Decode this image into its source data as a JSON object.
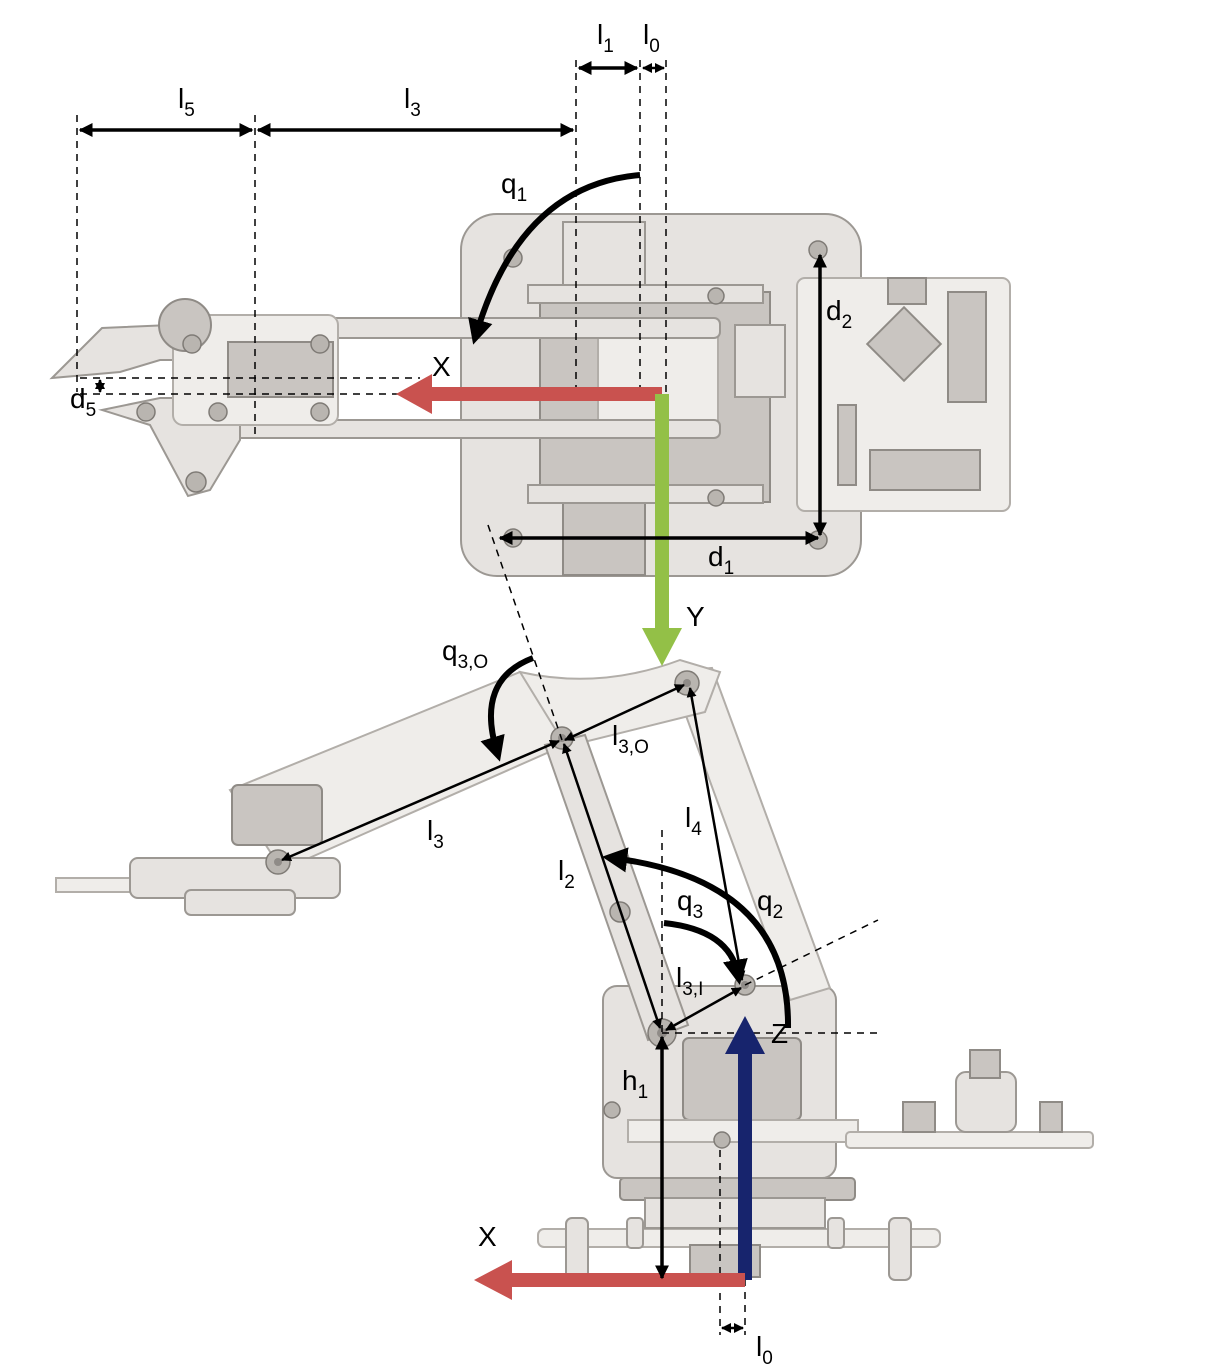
{
  "top_view": {
    "labels": {
      "l5": {
        "base": "l",
        "sub": "5"
      },
      "l3": {
        "base": "l",
        "sub": "3"
      },
      "l1": {
        "base": "l",
        "sub": "1"
      },
      "l0": {
        "base": "l",
        "sub": "0"
      },
      "q1": {
        "base": "q",
        "sub": "1"
      },
      "d2": {
        "base": "d",
        "sub": "2"
      },
      "d1": {
        "base": "d",
        "sub": "1"
      },
      "d5": {
        "base": "d",
        "sub": "5"
      },
      "x_axis": "X",
      "y_axis": "Y"
    }
  },
  "side_view": {
    "labels": {
      "q3o": {
        "base": "q",
        "sub": "3,O"
      },
      "l3o": {
        "base": "l",
        "sub": "3,O"
      },
      "l3": {
        "base": "l",
        "sub": "3"
      },
      "l4": {
        "base": "l",
        "sub": "4"
      },
      "l2": {
        "base": "l",
        "sub": "2"
      },
      "q3": {
        "base": "q",
        "sub": "3"
      },
      "q2": {
        "base": "q",
        "sub": "2"
      },
      "l3i": {
        "base": "l",
        "sub": "3,I"
      },
      "h1": {
        "base": "h",
        "sub": "1"
      },
      "l0": {
        "base": "l",
        "sub": "0"
      },
      "z_axis": "Z",
      "x_axis": "X"
    }
  },
  "colors": {
    "x_axis": "#c9524f",
    "y_axis": "#93c047",
    "z_axis": "#17246d",
    "robot_part": "#e6e3e0"
  }
}
